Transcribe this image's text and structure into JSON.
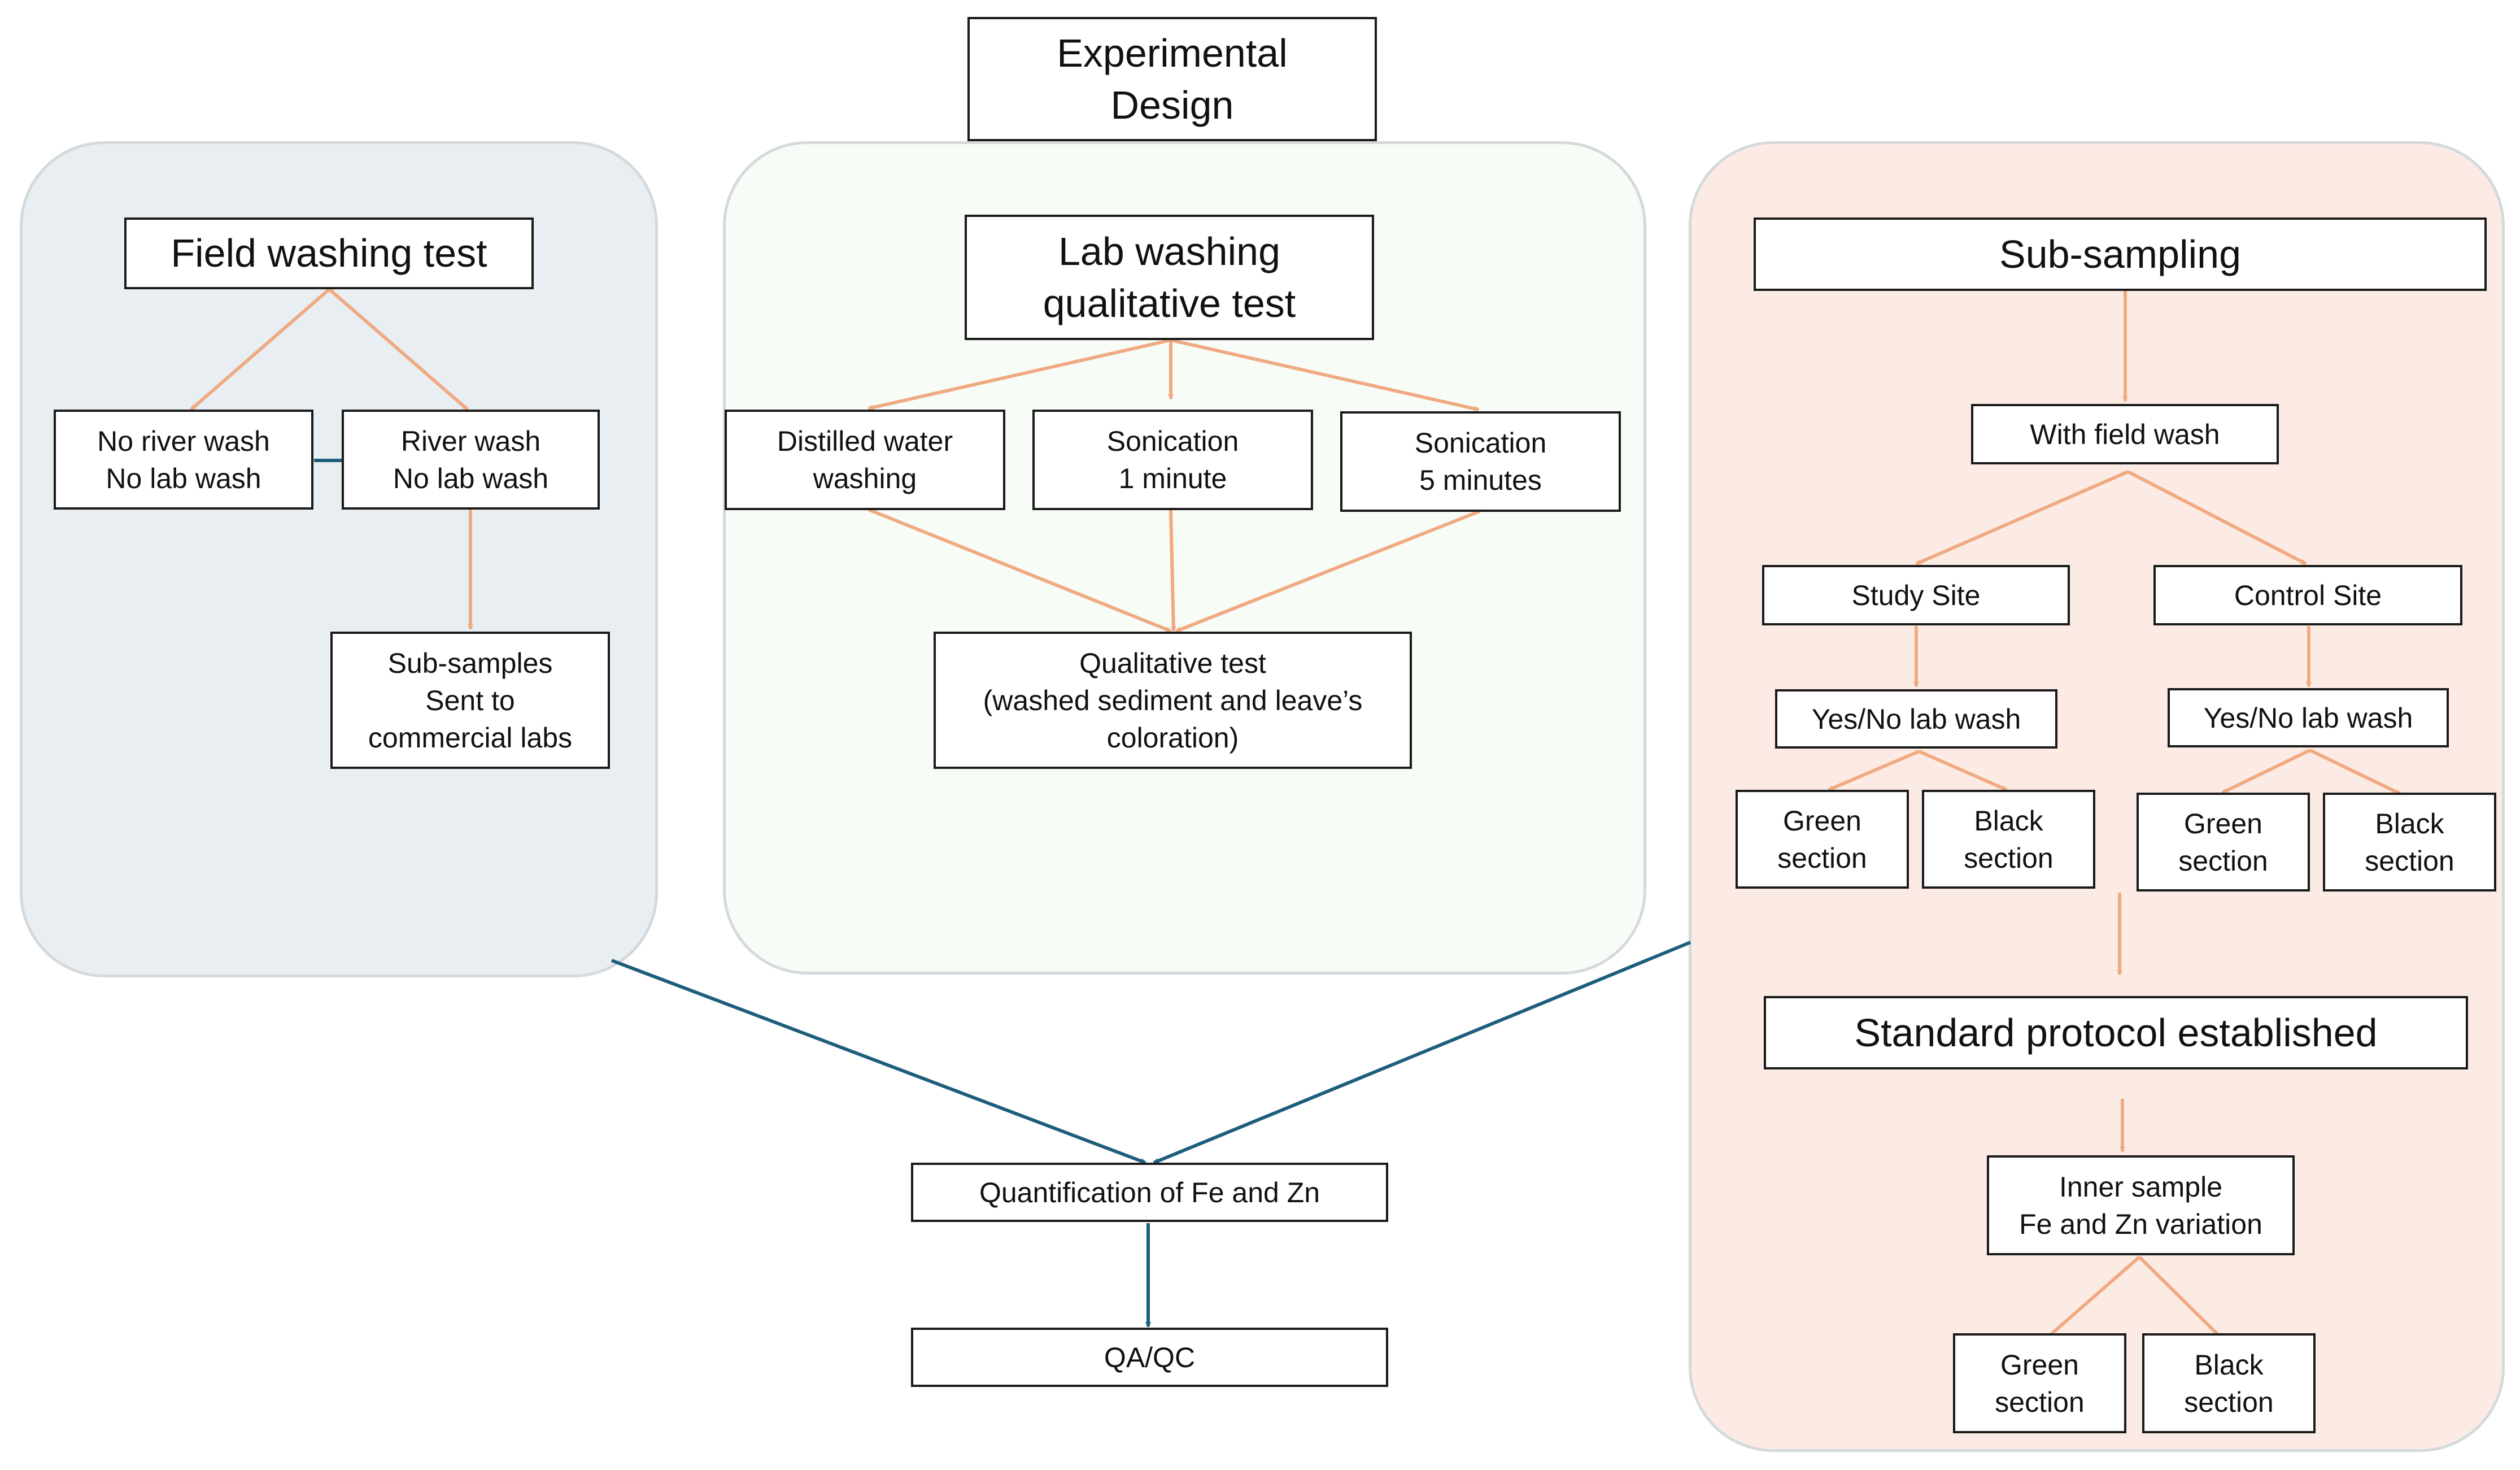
{
  "title": "Experimental\nDesign",
  "colors": {
    "panel_field": "#e8eef2",
    "panel_lab": "#f8fcf6",
    "panel_sub": "#fcebe4",
    "panel_border": "#d4d9dc",
    "arrow_orange": "#f0aa82",
    "arrow_blue": "#1d5e7c",
    "box_border": "#1a1a1a"
  },
  "field": {
    "title": "Field washing test",
    "no_wash": "No river wash\nNo lab wash",
    "river_wash": "River wash\nNo lab wash",
    "subsamples": "Sub-samples\nSent to\ncommercial labs"
  },
  "lab": {
    "title": "Lab washing\nqualitative test",
    "distilled": "Distilled water\nwashing",
    "sonication1": "Sonication\n1 minute",
    "sonication5": "Sonication\n5 minutes",
    "qualitative": "Qualitative test\n(washed sediment and leave’s\ncoloration)"
  },
  "sub": {
    "title": "Sub-sampling",
    "field_wash": "With field wash",
    "study_site": "Study Site",
    "control_site": "Control Site",
    "study_lab_wash": "Yes/No lab wash",
    "control_lab_wash": "Yes/No lab wash",
    "study_green": "Green\nsection",
    "study_black": "Black\nsection",
    "control_green": "Green\nsection",
    "control_black": "Black\nsection",
    "standard_protocol": "Standard protocol established",
    "inner_sample": "Inner sample\nFe and Zn variation",
    "inner_green": "Green\nsection",
    "inner_black": "Black\nsection"
  },
  "quantification": "Quantification of Fe and Zn",
  "qaqc": "QA/QC"
}
